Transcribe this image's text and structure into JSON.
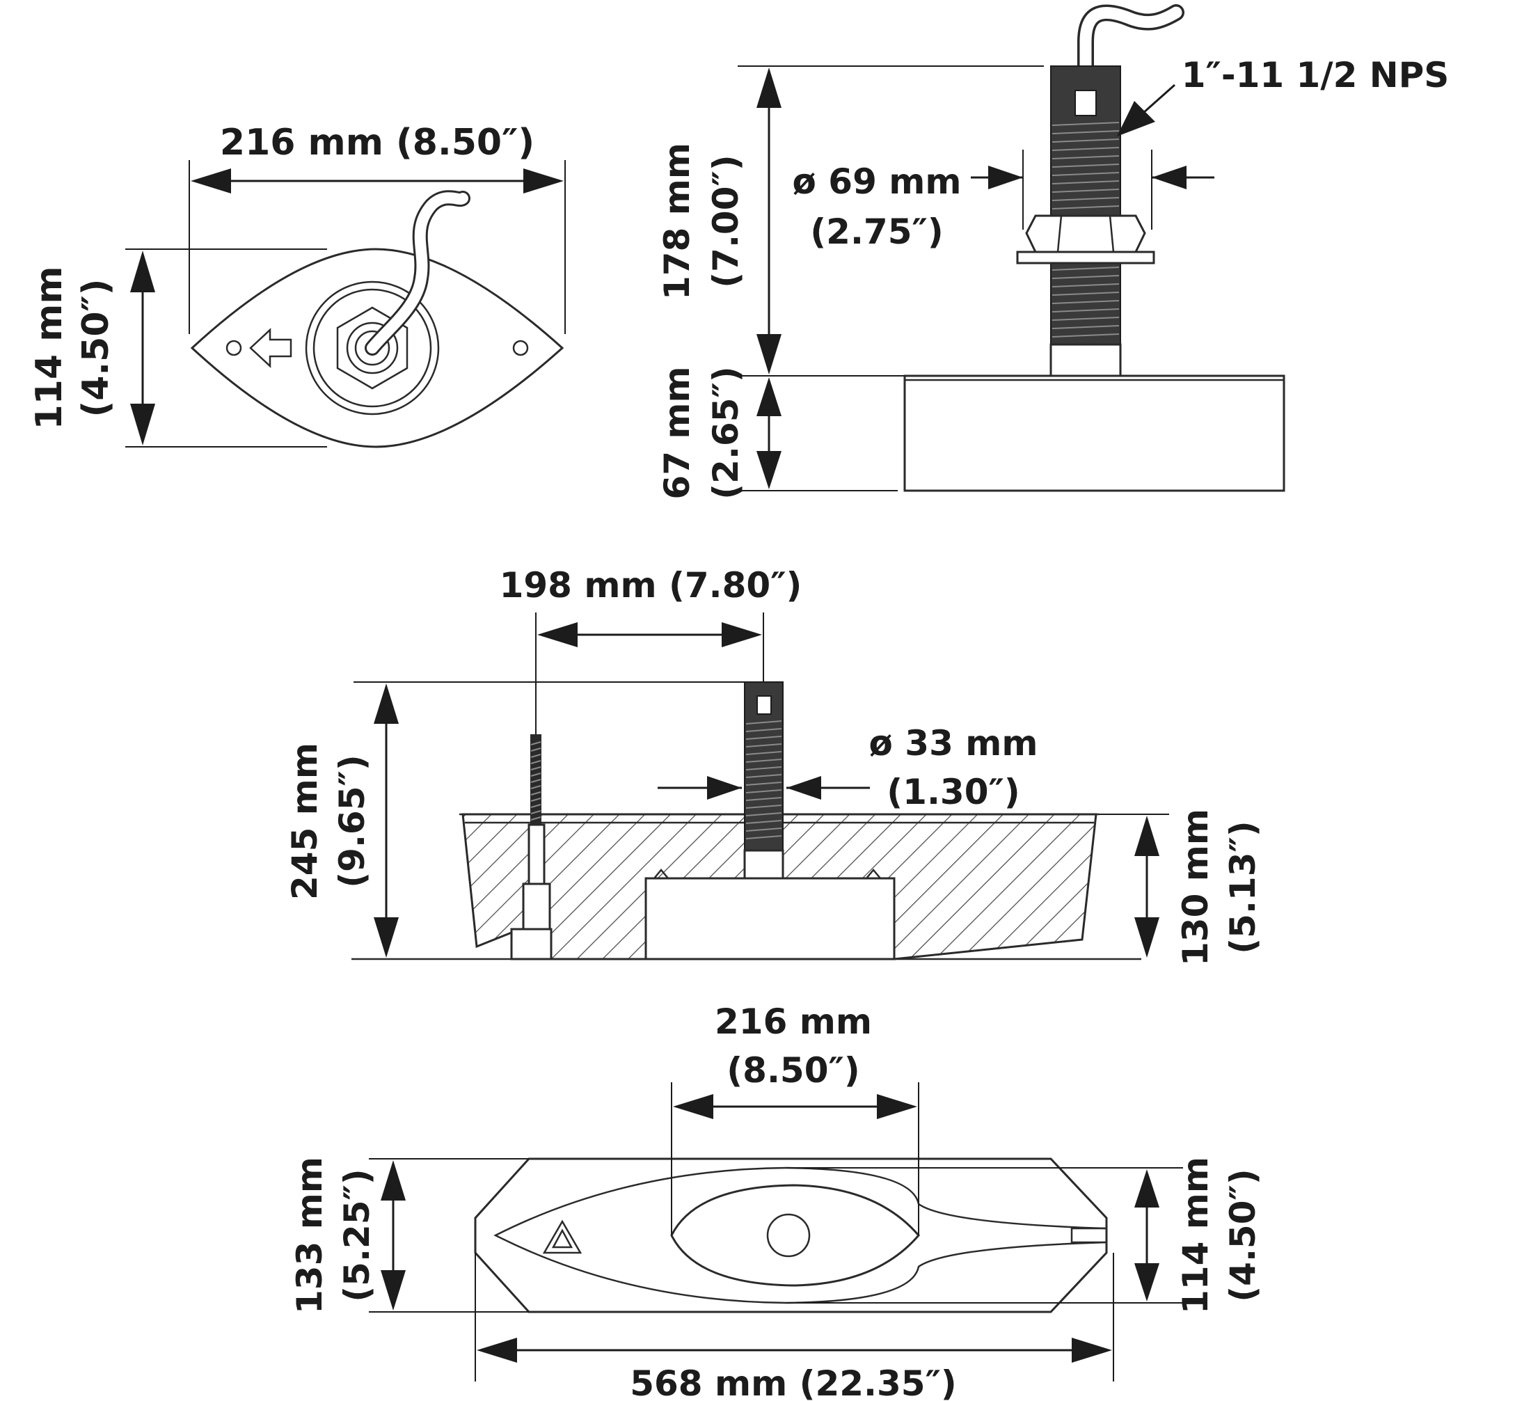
{
  "top_view": {
    "width": "216 mm (8.50″)",
    "height_mm": "114 mm",
    "height_in": "(4.50″)"
  },
  "side_view": {
    "thread_label": "1″-11 1/2 NPS",
    "stem_height_mm": "178 mm",
    "stem_height_in": "(7.00″)",
    "stem_diameter_mm": "ø 69 mm",
    "stem_diameter_in": "(2.75″)",
    "body_height_mm": "67 mm",
    "body_height_in": "(2.65″)"
  },
  "section_view": {
    "stem_spacing": "198 mm (7.80″)",
    "overall_height_mm": "245 mm",
    "overall_height_in": "(9.65″)",
    "hole_diameter_mm": "ø 33 mm",
    "hole_diameter_in": "(1.30″)",
    "block_height_mm": "130 mm",
    "block_height_in": "(5.13″)"
  },
  "bottom_view": {
    "inner_width_mm": "216 mm",
    "inner_width_in": "(8.50″)",
    "outer_height_mm": "133 mm",
    "outer_height_in": "(5.25″)",
    "inner_height_mm": "114 mm",
    "inner_height_in": "(4.50″)",
    "overall_length": "568 mm (22.35″)"
  }
}
